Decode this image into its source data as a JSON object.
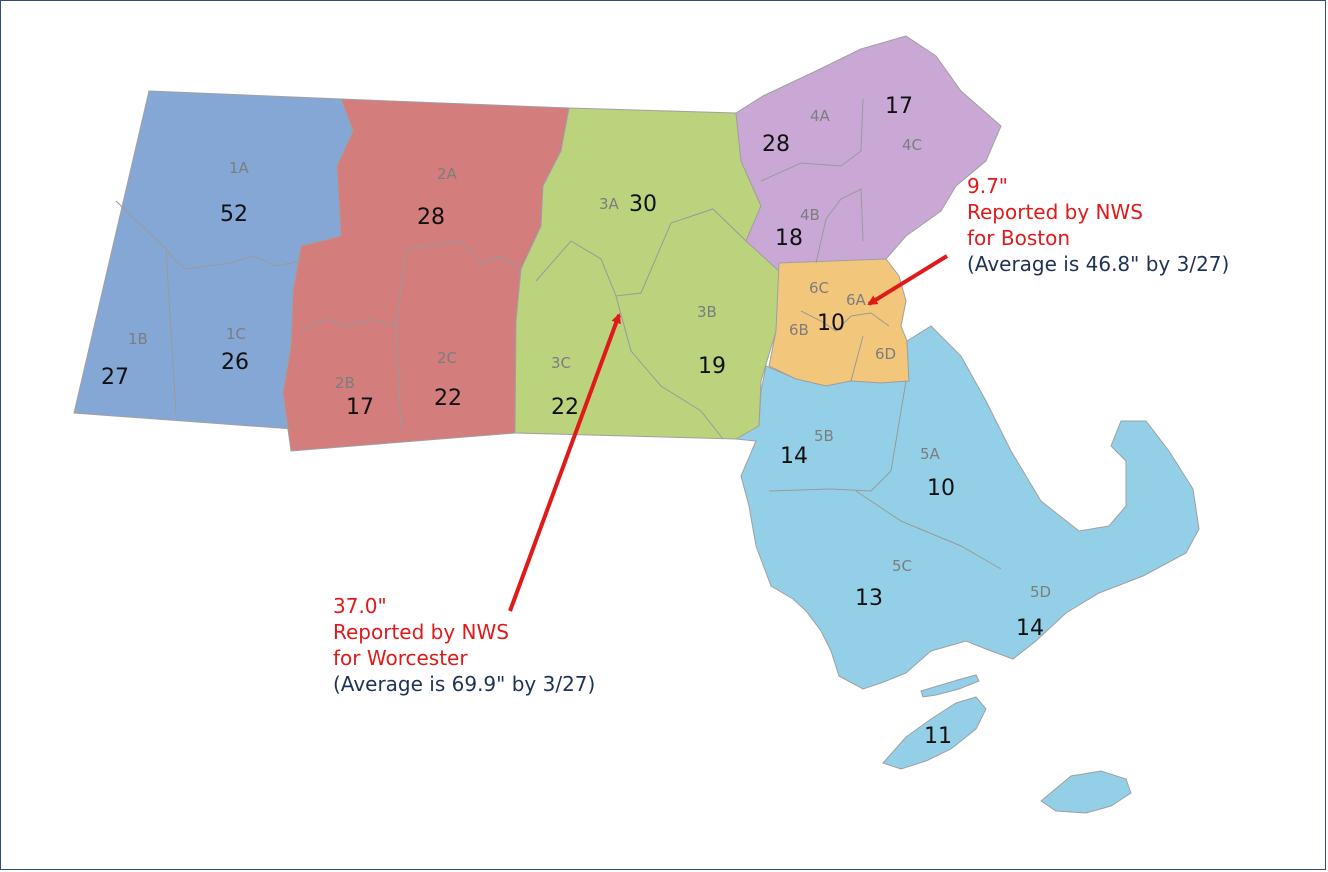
{
  "map": {
    "colors": {
      "zone1": "#85a7d6",
      "zone2": "#d37d7d",
      "zone3": "#bcd37d",
      "zone4": "#c9a8d6",
      "zone5": "#93d0e8",
      "zone6": "#f2c77c",
      "arrow": "#e01a1a",
      "annotation_red": "#e01a1a",
      "annotation_navy": "#1e3256"
    },
    "zones": [
      {
        "code": "1A",
        "value": "52"
      },
      {
        "code": "1B",
        "value": "27"
      },
      {
        "code": "1C",
        "value": "26"
      },
      {
        "code": "2A",
        "value": "28"
      },
      {
        "code": "2B",
        "value": "17"
      },
      {
        "code": "2C",
        "value": "22"
      },
      {
        "code": "3A",
        "value": "30"
      },
      {
        "code": "3B",
        "value": "19"
      },
      {
        "code": "3C",
        "value": "22"
      },
      {
        "code": "4A",
        "value": "28"
      },
      {
        "code": "4B",
        "value": "18"
      },
      {
        "code": "4C",
        "value": "17"
      },
      {
        "code": "5A",
        "value": "10"
      },
      {
        "code": "5B",
        "value": "14"
      },
      {
        "code": "5C",
        "value": "13"
      },
      {
        "code": "5D",
        "value": "14"
      },
      {
        "code": "6A",
        "value": ""
      },
      {
        "code": "6B",
        "value": ""
      },
      {
        "code": "6C",
        "value": "10"
      },
      {
        "code": "6D",
        "value": ""
      },
      {
        "code": "",
        "value": "11"
      }
    ]
  },
  "annotations": {
    "boston": {
      "amount": "9.7\"",
      "line1": "Reported by NWS",
      "line2": "for Boston",
      "average": "(Average is 46.8\" by 3/27)"
    },
    "worcester": {
      "amount": "37.0\"",
      "line1": "Reported by NWS",
      "line2": "for Worcester",
      "average": "(Average is  69.9\" by 3/27)"
    }
  }
}
